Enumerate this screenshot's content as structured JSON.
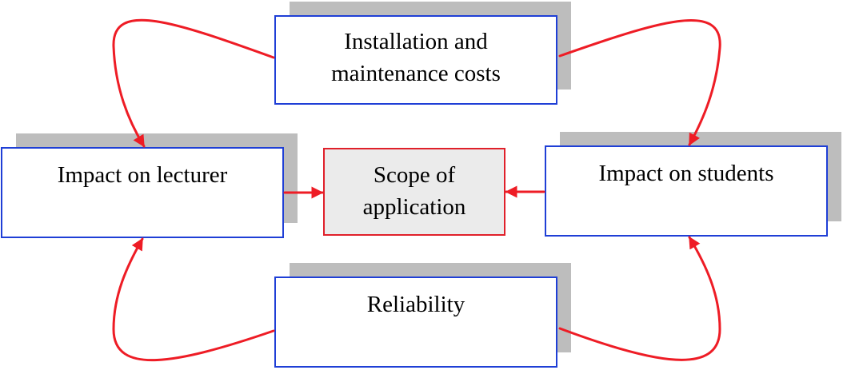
{
  "colors": {
    "box_border": "#1f3fd6",
    "center_border": "#e0202a",
    "center_fill": "#ebebeb",
    "shadow": "#bdbdbd",
    "arrow": "#ee1c25"
  },
  "nodes": {
    "installation": {
      "line1": "Installation and",
      "line2": "maintenance costs"
    },
    "lecturer": {
      "line1": "Impact on lecturer"
    },
    "scope": {
      "line1": "Scope of",
      "line2": "application"
    },
    "students": {
      "line1": "Impact on students"
    },
    "reliability": {
      "line1": "Reliability"
    }
  }
}
